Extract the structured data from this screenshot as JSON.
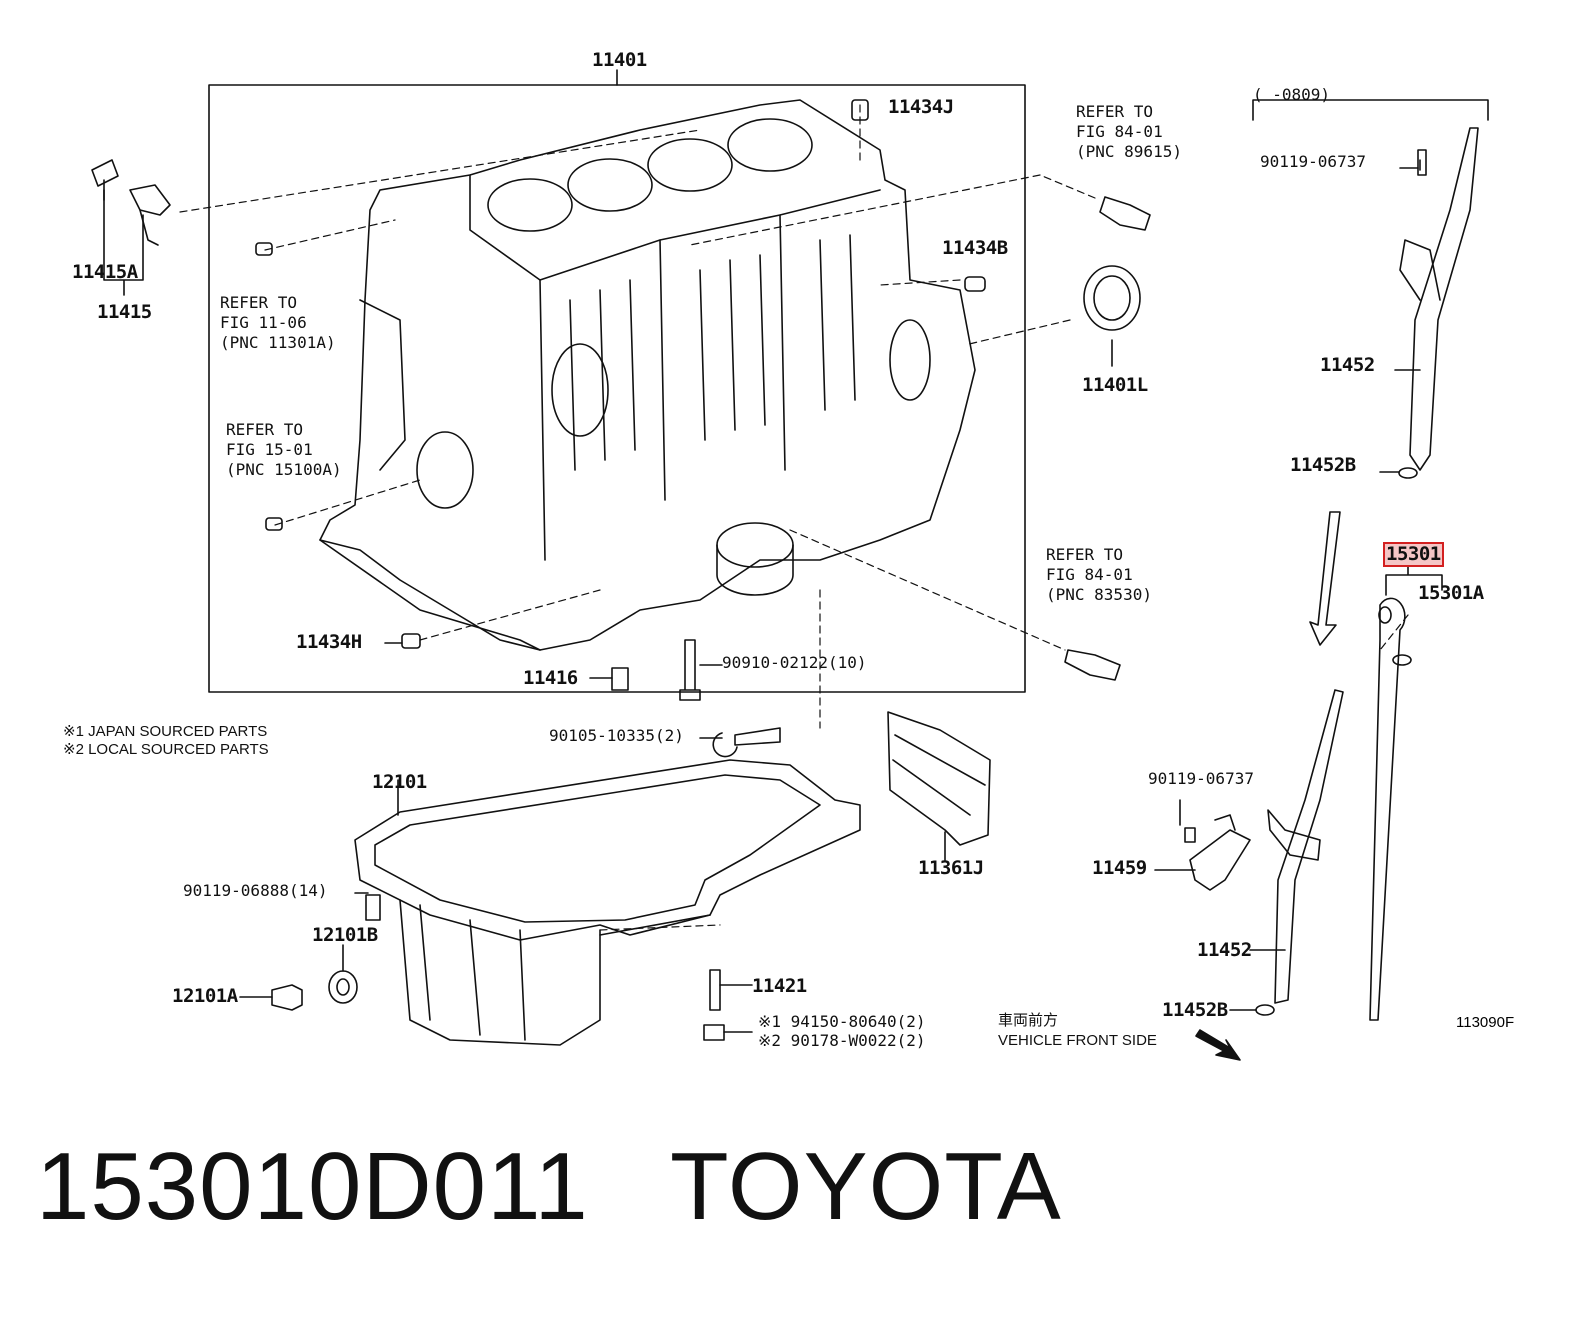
{
  "labels": {
    "p11401": "11401",
    "p11434J": "11434J",
    "p11434B": "11434B",
    "p11401L": "11401L",
    "p11415A": "11415A",
    "p11415": "11415",
    "p11434H": "11434H",
    "p11416": "11416",
    "p90910": "90910-02122(10)",
    "p90105": "90105-10335(2)",
    "p12101": "12101",
    "p90119_06888": "90119-06888(14)",
    "p12101B": "12101B",
    "p12101A": "12101A",
    "p11421": "11421",
    "p94150": "※1 94150-80640(2)",
    "p90178": "※2 90178-W0022(2)",
    "p11361J": "11361J",
    "p90119_06737_top": "90119-06737",
    "p11452_top": "11452",
    "p11452B_top": "11452B",
    "p0809": "(   -0809)",
    "p15301": "15301",
    "p15301A": "15301A",
    "p90119_06737_bot": "90119-06737",
    "p11459": "11459",
    "p11452_bot": "11452",
    "p11452B_bot": "11452B"
  },
  "refs": {
    "r1": "REFER TO\nFIG 11-06\n(PNC 11301A)",
    "r2": "REFER TO\nFIG 15-01\n(PNC 15100A)",
    "r3": "REFER TO\nFIG 84-01\n(PNC 89615)",
    "r4": "REFER TO\nFIG 84-01\n(PNC 83530)"
  },
  "notes": {
    "n1": "※1 JAPAN SOURCED PARTS",
    "n2": "※2 LOCAL SOURCED PARTS",
    "front_jp": "車両前方",
    "front_en": "VEHICLE FRONT SIDE",
    "code": "113090F"
  },
  "footer": {
    "title": "153010D011   TOYOTA"
  },
  "highlight_color": "#d32020"
}
